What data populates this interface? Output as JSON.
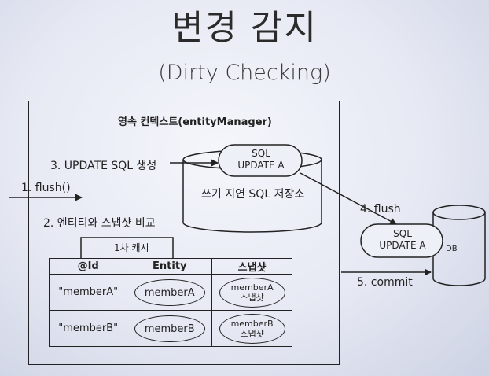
{
  "title": "변경 감지",
  "subtitle": "(Dirty Checking)",
  "context_title": "영속 컨텍스트(entityManager)",
  "steps": {
    "flush_call": "1. flush()",
    "compare": "2. 엔티티와 스냅샷 비교",
    "create_sql": "3. UPDATE SQL 생성",
    "flush": "4. flush",
    "commit": "5. commit"
  },
  "buffer": {
    "label": "쓰기 지연 SQL 저장소",
    "sql_line1": "SQL",
    "sql_line2": "UPDATE A"
  },
  "db": {
    "label": "DB",
    "sql_line1": "SQL",
    "sql_line2": "UPDATE A"
  },
  "cache": {
    "title": "1차 캐시",
    "headers": {
      "id": "@Id",
      "entity": "Entity",
      "snapshot": "스냅샷"
    },
    "rows": [
      {
        "id": "\"memberA\"",
        "entity": "memberA",
        "snap1": "memberA",
        "snap2": "스냅샷"
      },
      {
        "id": "\"memberB\"",
        "entity": "memberB",
        "snap1": "memberB",
        "snap2": "스냅샷"
      }
    ]
  }
}
